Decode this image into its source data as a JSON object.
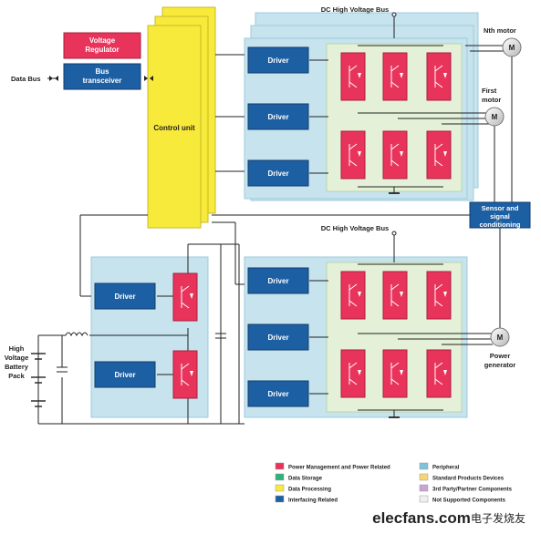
{
  "labels": {
    "dc_bus_top": "DC High Voltage Bus",
    "dc_bus_bottom": "DC High Voltage Bus",
    "nth_motor": "Nth motor",
    "first_motor_1": "First",
    "first_motor_2": "motor",
    "motor_symbol": "M",
    "power_gen_1": "Power",
    "power_gen_2": "generator",
    "data_bus": "Data Bus",
    "voltage_regulator_1": "Voltage",
    "voltage_regulator_2": "Regulator",
    "bus_transceiver_1": "Bus",
    "bus_transceiver_2": "transceiver",
    "control_unit": "Control unit",
    "sensor_1": "Sensor and",
    "sensor_2": "signal",
    "sensor_3": "conditioning",
    "driver": "Driver",
    "battery_1": "High",
    "battery_2": "Voltage",
    "battery_3": "Battery",
    "battery_4": "Pack",
    "watermark_brand": "elecfans.com",
    "watermark_cn": "电子发烧友"
  },
  "legend": [
    {
      "label": "Power Management and Power Related",
      "color": "#e8335b"
    },
    {
      "label": "Peripheral",
      "color": "#7ec3dc"
    },
    {
      "label": "Data Storage",
      "color": "#2db37a"
    },
    {
      "label": "Standard Products Devices",
      "color": "#f5d675"
    },
    {
      "label": "Data Processing",
      "color": "#f8ea3a"
    },
    {
      "label": "3rd Party/Partner Components",
      "color": "#c9a3d6"
    },
    {
      "label": "Interfacing Related",
      "color": "#1d5fa3"
    },
    {
      "label": "Not Supported Components",
      "color": "#f0f0f0"
    }
  ],
  "colors": {
    "panel": "#c6e3ee",
    "inner": "#e4f1d8",
    "power": "#e8335b",
    "interface": "#1d5fa3",
    "control": "#f8ea3a",
    "wire": "#222222"
  }
}
